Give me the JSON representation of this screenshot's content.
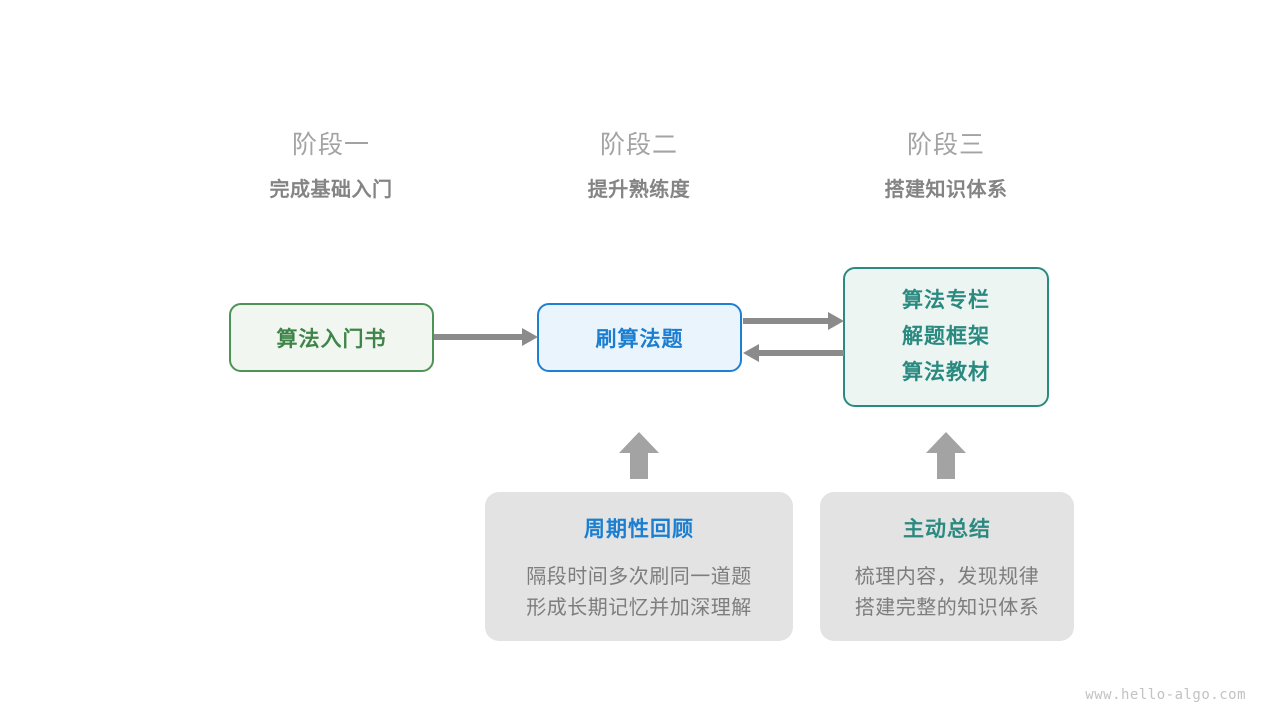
{
  "stages": [
    {
      "title": "阶段一",
      "subtitle": "完成基础入门"
    },
    {
      "title": "阶段二",
      "subtitle": "提升熟练度"
    },
    {
      "title": "阶段三",
      "subtitle": "搭建知识体系"
    }
  ],
  "flow": {
    "book": {
      "label": "算法入门书",
      "border_color": "#4d9355",
      "fill_color": "#f1f7f0",
      "text_color": "#3f8448"
    },
    "practice": {
      "label": "刷算法题",
      "border_color": "#1e7fd4",
      "fill_color": "#eaf4fd",
      "text_color": "#1b7ed0"
    },
    "resources": {
      "lines": [
        "算法专栏",
        "解题框架",
        "算法教材"
      ],
      "border_color": "#2b8a80",
      "fill_color": "#edf5f3",
      "text_color": "#2b8a80"
    },
    "arrow_color": "#8b8b8b",
    "up_arrow_color": "#a3a3a3"
  },
  "methods": [
    {
      "title": "周期性回顾",
      "title_color": "#1b7ed0",
      "body_lines": [
        "隔段时间多次刷同一道题",
        "形成长期记忆并加深理解"
      ]
    },
    {
      "title": "主动总结",
      "title_color": "#2b8a80",
      "body_lines": [
        "梳理内容，发现规律",
        "搭建完整的知识体系"
      ]
    }
  ],
  "watermark": "www.hello-algo.com"
}
